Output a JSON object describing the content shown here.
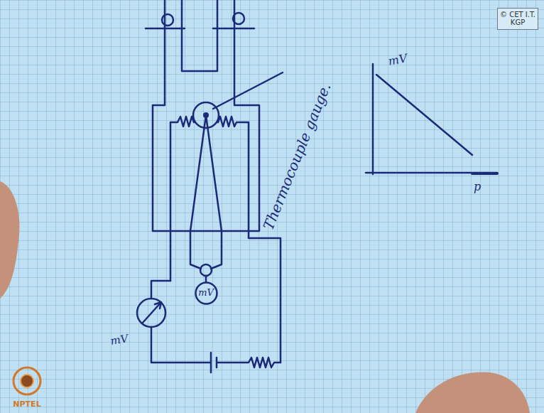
{
  "diagram": {
    "nodes": [
      {
        "text": [
          "© CET I.T. KGP"
        ]
      },
      {
        "text": [
          "mV"
        ]
      }
    ],
    "labels": [
      "Thermocouple gauge.",
      "mV",
      "p",
      "mV",
      "NPTEL"
    ]
  }
}
